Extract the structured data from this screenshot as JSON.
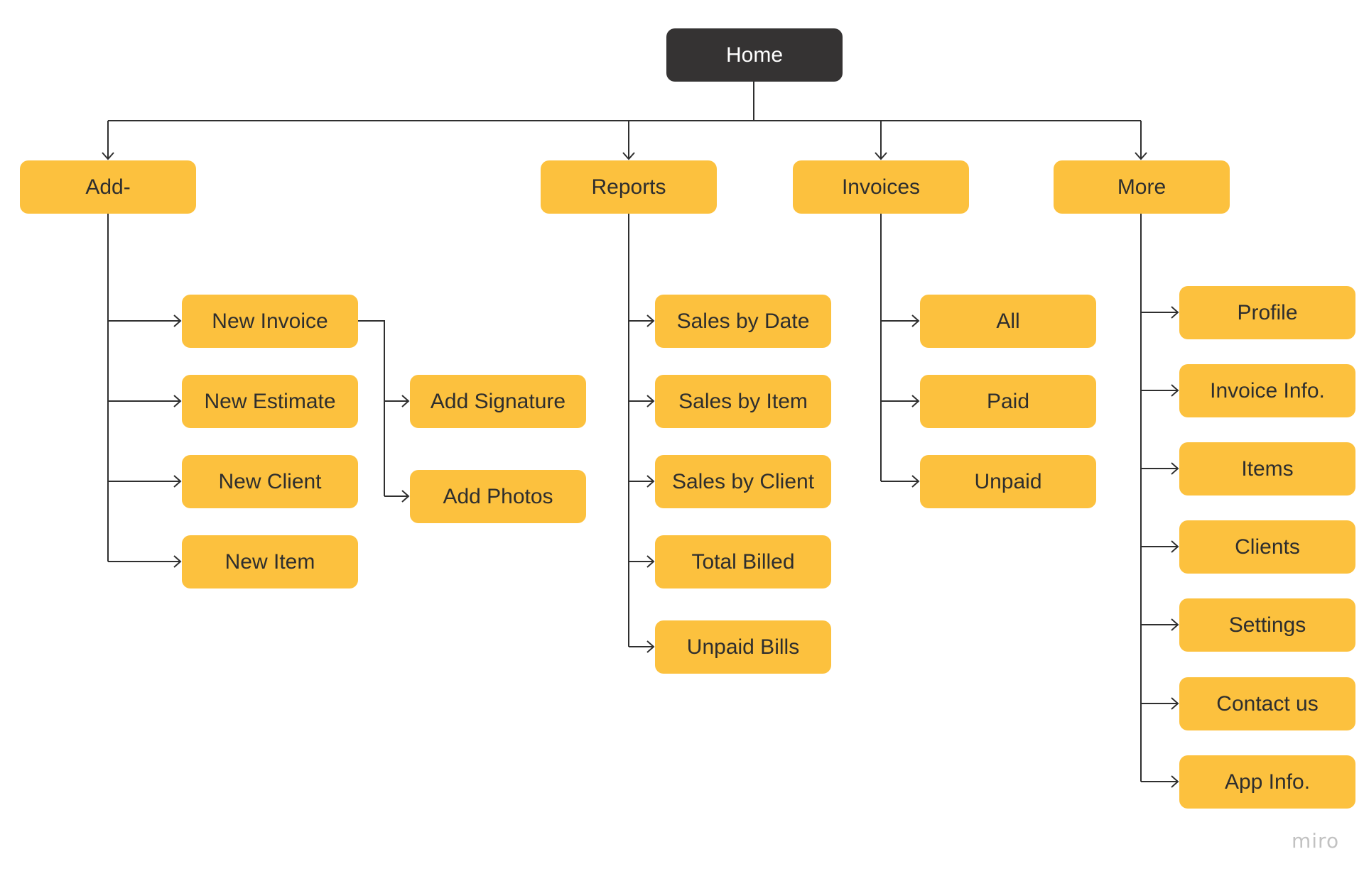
{
  "diagram": {
    "type": "sitemap-tree",
    "colors": {
      "root_fill": "#353333",
      "root_text": "#ffffff",
      "node_fill": "#FCC13E",
      "node_text": "#2e2e2e",
      "connector": "#2f2f2f",
      "watermark": "#c2c2c2"
    },
    "root": {
      "label": "Home"
    },
    "sections": [
      {
        "id": "add",
        "label": "Add-",
        "children": [
          {
            "label": "New Invoice",
            "children": [
              {
                "label": "Add Signature"
              },
              {
                "label": "Add Photos"
              }
            ]
          },
          {
            "label": "New Estimate"
          },
          {
            "label": "New Client"
          },
          {
            "label": "New Item"
          }
        ]
      },
      {
        "id": "reports",
        "label": "Reports",
        "children": [
          {
            "label": "Sales by Date"
          },
          {
            "label": "Sales by Item"
          },
          {
            "label": "Sales by Client"
          },
          {
            "label": "Total Billed"
          },
          {
            "label": "Unpaid Bills"
          }
        ]
      },
      {
        "id": "invoices",
        "label": "Invoices",
        "children": [
          {
            "label": "All"
          },
          {
            "label": "Paid"
          },
          {
            "label": "Unpaid"
          }
        ]
      },
      {
        "id": "more",
        "label": "More",
        "children": [
          {
            "label": "Profile"
          },
          {
            "label": "Invoice Info."
          },
          {
            "label": "Items"
          },
          {
            "label": "Clients"
          },
          {
            "label": "Settings"
          },
          {
            "label": "Contact us"
          },
          {
            "label": "App Info."
          }
        ]
      }
    ],
    "watermark": "miro"
  }
}
